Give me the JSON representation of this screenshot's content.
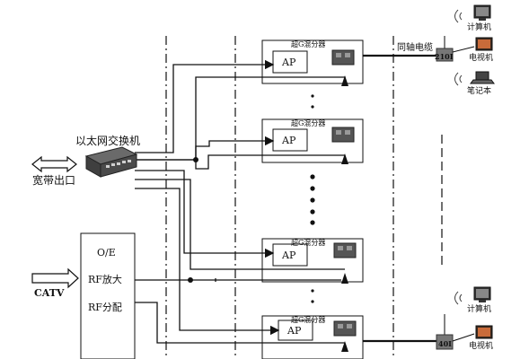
{
  "labels": {
    "ethernet_switch": "以太网交换机",
    "broadband_out": "宽带出口",
    "catv": "CATV",
    "oe": "O/E",
    "rf_amp": "RF放大",
    "rf_dist": "RF分配",
    "coax": "同轴电缆",
    "splitter": "超G混分器",
    "ap": "AP",
    "computer": "计算机",
    "tv": "电视机",
    "laptop": "笔记本",
    "modem_top": "210I",
    "modem_bottom": "40I"
  },
  "colors": {
    "line": "#111111",
    "dash": "#222222",
    "device": "#3a3a3a"
  },
  "icons": [
    "ethernet-switch-icon",
    "splitter-device-icon",
    "computer-icon",
    "tv-icon",
    "laptop-icon",
    "modem-icon",
    "double-arrow-icon"
  ]
}
